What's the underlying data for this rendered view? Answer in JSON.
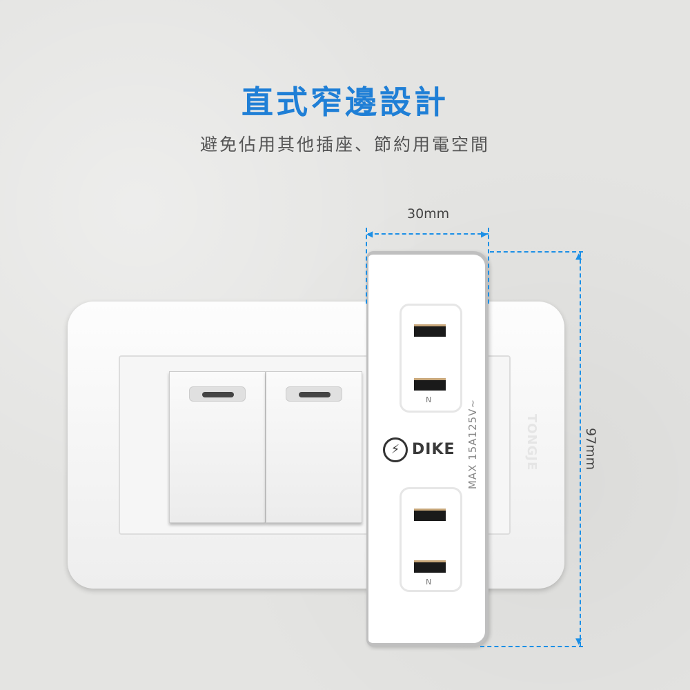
{
  "heading": {
    "title": "直式窄邊設計",
    "subtitle": "避免佔用其他插座、節約用電空間"
  },
  "dimensions": {
    "width": "30mm",
    "height": "97mm"
  },
  "product": {
    "brand": "DIKE",
    "rating": "MAX 15A125V~",
    "outlet_mark": "N",
    "plate_brand": "TONGJE"
  },
  "colors": {
    "accent": "#1f7fd6"
  }
}
